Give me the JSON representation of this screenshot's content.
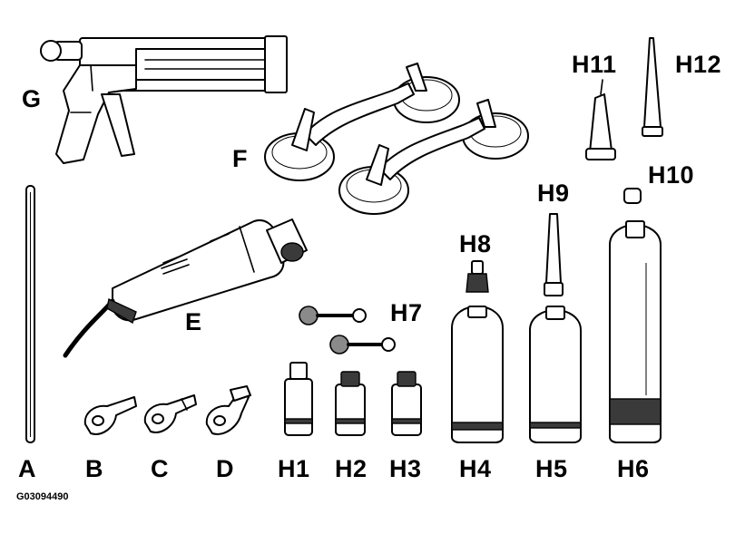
{
  "labels": {
    "a": "A",
    "b": "B",
    "c": "C",
    "d": "D",
    "e": "E",
    "f": "F",
    "g": "G",
    "h1": "H1",
    "h2": "H2",
    "h3": "H3",
    "h4": "H4",
    "h5": "H5",
    "h6": "H6",
    "h7": "H7",
    "h8": "H8",
    "h9": "H9",
    "h10": "H10",
    "h11": "H11",
    "h12": "H12"
  },
  "figure_code": "G03094490"
}
